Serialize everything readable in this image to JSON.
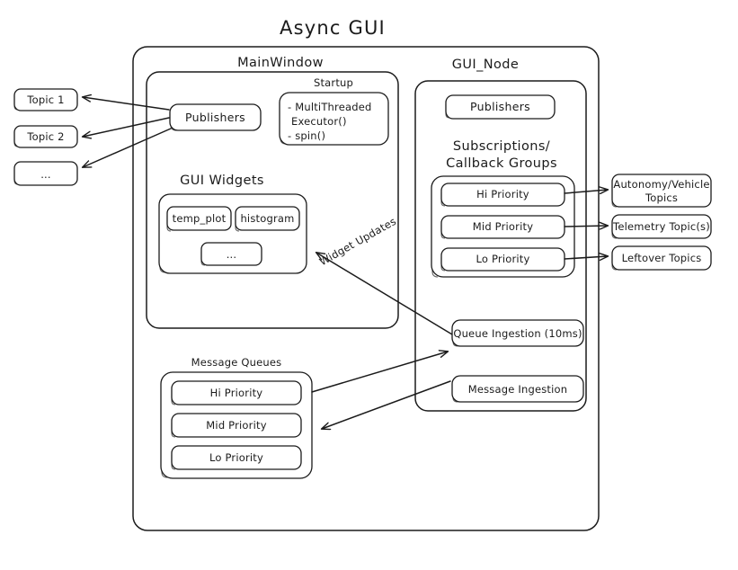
{
  "diagram": {
    "title": "Async GUI",
    "colors": {
      "stroke": "#1b1b1b",
      "fill": "#ffffff",
      "shadow": "#4a4a4a",
      "background": "#ffffff"
    }
  },
  "external_topics": {
    "left": [
      {
        "label": "Topic 1"
      },
      {
        "label": "Topic 2"
      },
      {
        "label": "..."
      }
    ],
    "right": [
      {
        "label_line1": "Autonomy/Vehicle",
        "label_line2": "Topics"
      },
      {
        "label_line1": "Telemetry Topic(s)",
        "label_line2": ""
      },
      {
        "label_line1": "Leftover Topics",
        "label_line2": ""
      }
    ]
  },
  "main_window": {
    "title": "MainWindow",
    "publishers": {
      "label": "Publishers"
    },
    "startup": {
      "title": "Startup",
      "lines": [
        "- MultiThreaded",
        "Executor()",
        "- spin()"
      ]
    },
    "gui_widgets": {
      "title": "GUI Widgets",
      "widgets": [
        {
          "label": "temp_plot"
        },
        {
          "label": "histogram"
        },
        {
          "label": "..."
        }
      ]
    },
    "message_queues": {
      "title": "Message Queues",
      "queues": [
        {
          "label": "Hi Priority"
        },
        {
          "label": "Mid Priority"
        },
        {
          "label": "Lo Priority"
        }
      ]
    }
  },
  "gui_node": {
    "title": "GUI_Node",
    "publishers": {
      "label": "Publishers"
    },
    "subscriptions": {
      "title_line1": "Subscriptions/",
      "title_line2": "Callback Groups",
      "groups": [
        {
          "label": "Hi Priority"
        },
        {
          "label": "Mid Priority"
        },
        {
          "label": "Lo Priority"
        }
      ]
    },
    "queue_ingestion": {
      "label": "Queue Ingestion (10ms)"
    },
    "message_ingestion": {
      "label": "Message Ingestion"
    }
  },
  "edges": {
    "widget_updates": {
      "label": "Widget Updates"
    }
  }
}
